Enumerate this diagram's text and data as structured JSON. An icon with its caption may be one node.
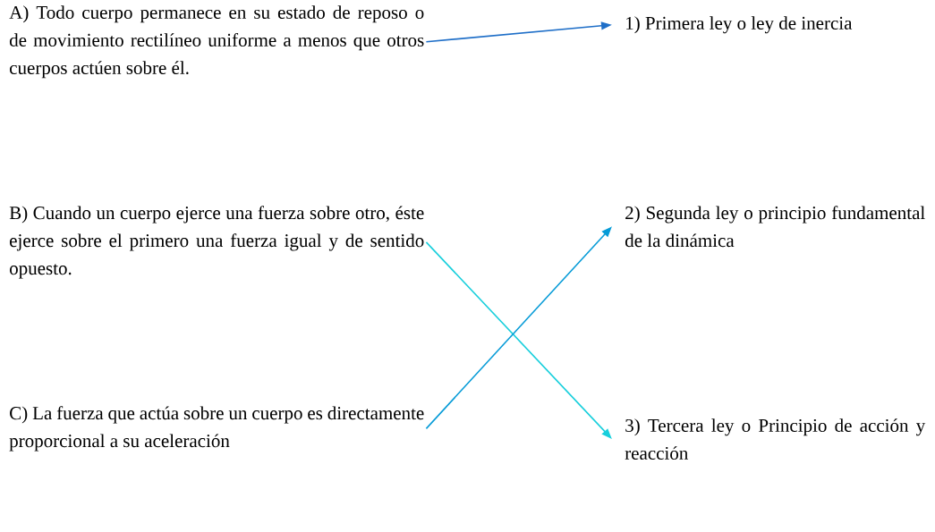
{
  "diagram": {
    "nodes": [
      {
        "text": [
          "A) Todo cuerpo permanece en su estado de reposo o de movimiento rectilíneo uniforme a menos que otros cuerpos actúen sobre él."
        ]
      },
      {
        "text": [
          "B) Cuando un cuerpo ejerce una fuerza sobre otro, éste ejerce sobre el primero una fuerza igual y de sentido opuesto."
        ]
      },
      {
        "text": [
          "C) La fuerza que actúa sobre un cuerpo es directamente proporcional a su aceleración"
        ]
      },
      {
        "text": [
          "1) Primera ley o ley de inercia"
        ]
      },
      {
        "text": [
          "2) Segunda ley o principio fundamental de la dinámica"
        ]
      },
      {
        "text": [
          "3) Tercera ley o Principio de acción y reacción"
        ]
      }
    ],
    "edges": [
      {
        "from": 0,
        "to": 3,
        "arrow": "to",
        "color": "#1f6fc8"
      },
      {
        "from": 1,
        "to": 5,
        "arrow": "to",
        "color": "#18cfdc"
      },
      {
        "from": 2,
        "to": 4,
        "arrow": "to",
        "color": "#069bd7"
      }
    ]
  }
}
